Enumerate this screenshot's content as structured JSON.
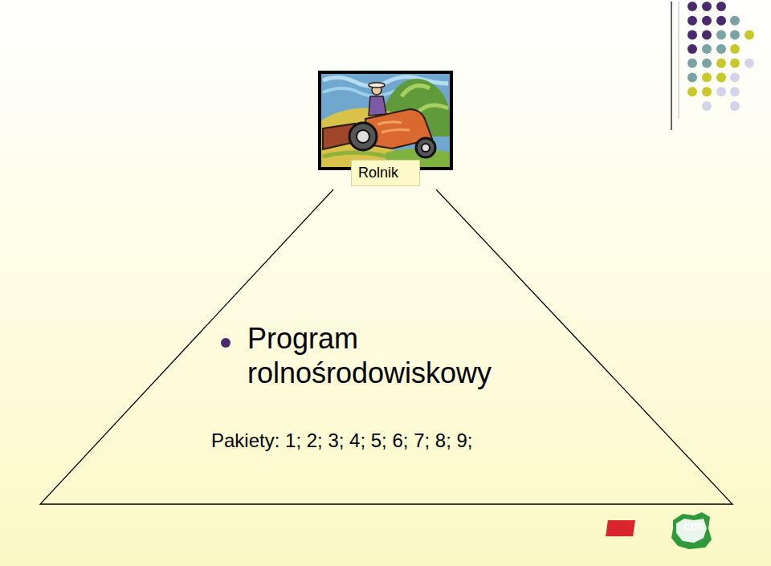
{
  "diagram": {
    "nodes": [
      {
        "text": [
          "Rolnik"
        ]
      }
    ],
    "labels": [
      "Program rolnośrodowiskowy",
      "Pakiety: 1; 2; 3; 4; 5; 6; 7; 8; 9;",
      "CDR"
    ]
  }
}
